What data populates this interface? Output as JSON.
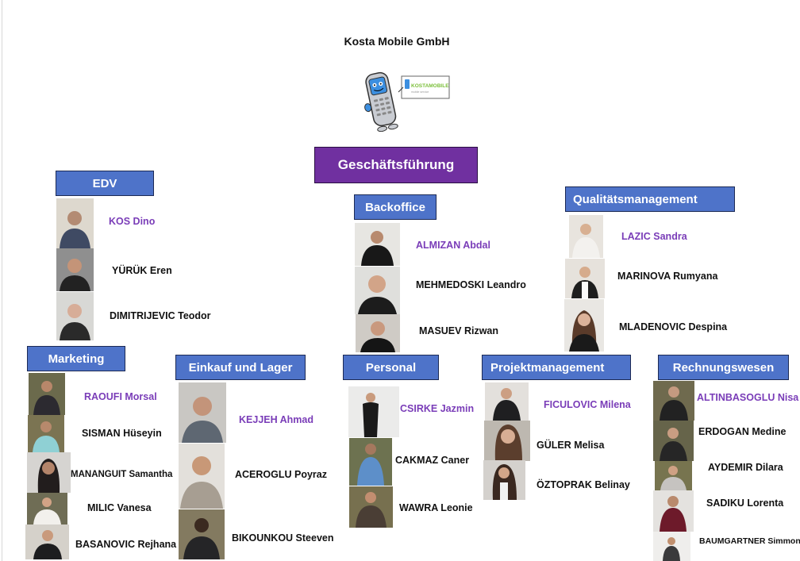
{
  "company": "Kosta Mobile GmbH",
  "logo": {
    "icon": "phone-mascot-icon",
    "sign_text": "KOSTAMOBILE",
    "sign_subtext": "mobile service"
  },
  "management": "Geschäftsführung",
  "colors": {
    "department_box": "#4e73c9",
    "management_box": "#7030a0",
    "lead_name": "#7a3db8",
    "name": "#111111"
  },
  "departments": [
    {
      "name": "EDV",
      "members": [
        "KOS Dino",
        "YÜRÜK Eren",
        "DIMITRIJEVIC Teodor"
      ]
    },
    {
      "name": "Backoffice",
      "members": [
        "ALMIZAN Abdal",
        "MEHMEDOSKI Leandro",
        "MASUEV Rizwan"
      ]
    },
    {
      "name": "Qualitätsmanagement",
      "members": [
        "LAZIC Sandra",
        "MARINOVA Rumyana",
        "MLADENOVIC Despina"
      ]
    },
    {
      "name": "Marketing",
      "members": [
        "RAOUFI Morsal",
        "SISMAN Hüseyin",
        "MANANGUIT Samantha",
        "MILIC Vanesa",
        "BASANOVIC Rejhana"
      ]
    },
    {
      "name": "Einkauf und Lager",
      "members": [
        "KEJJEH Ahmad",
        "ACEROGLU Poyraz",
        "BIKOUNKOU Steeven"
      ]
    },
    {
      "name": "Personal",
      "members": [
        "CSIRKE Jazmin",
        "CAKMAZ Caner",
        "WAWRA Leonie"
      ]
    },
    {
      "name": "Projektmanagement",
      "members": [
        "FICULOVIC Milena",
        "GÜLER Melisa",
        "ÖZTOPRAK Belinay"
      ]
    },
    {
      "name": "Rechnungswesen",
      "members": [
        "ALTINBASOGLU Nisa",
        "ERDOGAN Medine",
        "AYDEMIR Dilara",
        "SADIKU Lorenta",
        "BAUMGARTNER Simmone"
      ]
    }
  ]
}
